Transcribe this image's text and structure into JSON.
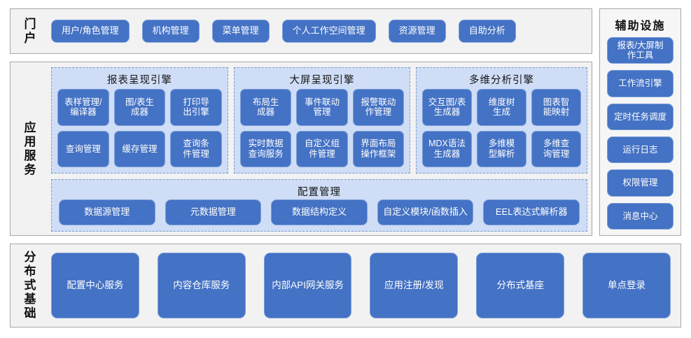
{
  "diagram": {
    "type": "layered-architecture",
    "palette": {
      "node_fill": "#4472c4",
      "node_border": "#7da0db",
      "node_text": "#ffffff",
      "group_fill": "#cfddf6",
      "group_border": "#7e9ec9",
      "section_fill": "#f2f2f2",
      "section_border": "#a6a6a6",
      "page_background": "#ffffff"
    }
  },
  "portal": {
    "band_label": "门户",
    "items": [
      {
        "label": "用户/角色管理"
      },
      {
        "label": "机构管理"
      },
      {
        "label": "菜单管理"
      },
      {
        "label": "个人工作空间管理"
      },
      {
        "label": "资源管理"
      },
      {
        "label": "自助分析"
      }
    ]
  },
  "aux": {
    "title": "辅助设施",
    "items": [
      {
        "label": "报表/大屏制\n作工具"
      },
      {
        "label": "工作流引擎"
      },
      {
        "label": "定时任务调度"
      },
      {
        "label": "运行日志"
      },
      {
        "label": "权限管理"
      },
      {
        "label": "消息中心"
      }
    ]
  },
  "app_services": {
    "band_label": "应用服务",
    "groups": [
      {
        "id": "report-engine",
        "title": "报表呈现引擎",
        "items": [
          {
            "label": "表样管理/\n编译器"
          },
          {
            "label": "图/表生\n成器"
          },
          {
            "label": "打印导\n出引擎"
          },
          {
            "label": "查询管理"
          },
          {
            "label": "缓存管理"
          },
          {
            "label": "查询条\n件管理"
          }
        ]
      },
      {
        "id": "bigscreen-engine",
        "title": "大屏呈现引擎",
        "items": [
          {
            "label": "布局生\n成器"
          },
          {
            "label": "事件联动\n管理"
          },
          {
            "label": "报警联动\n作管理"
          },
          {
            "label": "实时数据\n查询服务"
          },
          {
            "label": "自定义组\n件管理"
          },
          {
            "label": "界面布局\n操作框架"
          }
        ]
      },
      {
        "id": "olap-engine",
        "title": "多维分析引擎",
        "items": [
          {
            "label": "交互图/表\n生成器"
          },
          {
            "label": "维度树\n生成"
          },
          {
            "label": "图表智\n能映射"
          },
          {
            "label": "MDX语法\n生成器"
          },
          {
            "label": "多维模\n型解析"
          },
          {
            "label": "多维查\n询管理"
          }
        ]
      }
    ],
    "config_group": {
      "id": "config-management",
      "title": "配置管理",
      "items": [
        {
          "label": "数据源管理"
        },
        {
          "label": "元数据管理"
        },
        {
          "label": "数据结构定义"
        },
        {
          "label": "自定义模块/函数插入"
        },
        {
          "label": "EEL表达式解析器"
        }
      ]
    }
  },
  "distributed": {
    "band_label": "分布式基础",
    "items": [
      {
        "label": "配置中心服务"
      },
      {
        "label": "内容仓库服务"
      },
      {
        "label": "内部API网关服务"
      },
      {
        "label": "应用注册/发现"
      },
      {
        "label": "分布式基座"
      },
      {
        "label": "单点登录"
      }
    ]
  }
}
